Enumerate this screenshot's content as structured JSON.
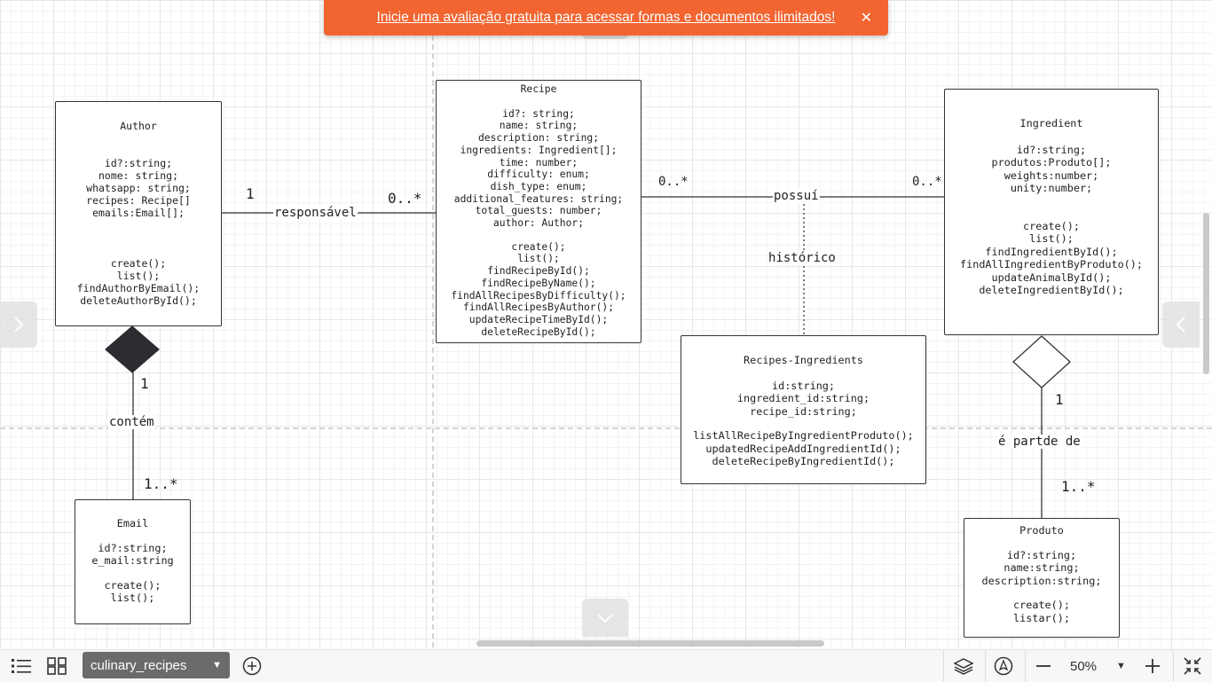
{
  "banner": {
    "text": "Inicie uma avaliação gratuita para acessar formas e documentos ilimitados!",
    "close": "✕"
  },
  "author": {
    "title": "Author",
    "fields": [
      "id?:string;",
      "nome: string;",
      "whatsapp: string;",
      "recipes: Recipe[]",
      "emails:Email[];"
    ],
    "methods": [
      "create();",
      "list();",
      "findAuthorByEmail();",
      "deleteAuthorById();"
    ]
  },
  "recipe": {
    "title": "Recipe",
    "fields": [
      "id?: string;",
      "name: string;",
      "description: string;",
      "ingredients: Ingredient[];",
      "time: number;",
      "difficulty: enum;",
      "dish_type: enum;",
      "additional_features: string;",
      "total_guests: number;",
      "author: Author;"
    ],
    "methods": [
      "create();",
      "list();",
      "findRecipeById();",
      "findRecipeByName();",
      "findAllRecipesByDifficulty();",
      "findAllRecipesByAuthor();",
      "updateRecipeTimeById();",
      "deleteRecipeById();"
    ]
  },
  "ingredient": {
    "title": "Ingredient",
    "fields": [
      "id?:string;",
      "produtos:Produto[];",
      "weights:number;",
      "unity:number;"
    ],
    "methods": [
      "create();",
      "list();",
      "findIngredientById();",
      "findAllIngredientByProduto();",
      "updateAnimalById();",
      "deleteIngredientById();"
    ]
  },
  "recipes_ingredients": {
    "title": "Recipes-Ingredients",
    "fields": [
      "id:string;",
      "ingredient_id:string;",
      "recipe_id:string;"
    ],
    "methods": [
      "listAllRecipeByIngredientProduto();",
      "updatedRecipeAddIngredientId();",
      "deleteRecipeByIngredientId();"
    ]
  },
  "email": {
    "title": "Email",
    "fields": [
      "id?:string;",
      "e_mail:string"
    ],
    "methods": [
      "create();",
      "list();"
    ]
  },
  "produto": {
    "title": "Produto",
    "fields": [
      "id?:string;",
      "name:string;",
      "description:string;"
    ],
    "methods": [
      "create();",
      "listar();"
    ]
  },
  "connectors": {
    "author_recipe": {
      "label": "responsável",
      "mult_left": "1",
      "mult_right": "0..*"
    },
    "recipe_ingredient": {
      "label": "possuí",
      "mult_left": "0..*",
      "mult_right": "0..*",
      "assoc_label": "histórico"
    },
    "author_email": {
      "label": "contém",
      "mult_top": "1",
      "mult_bottom": "1..*"
    },
    "ingredient_produto": {
      "label": "é partde de",
      "mult_top": "1",
      "mult_bottom": "1..*"
    }
  },
  "bottombar": {
    "page_name": "culinary_recipes",
    "zoom": "50%"
  }
}
